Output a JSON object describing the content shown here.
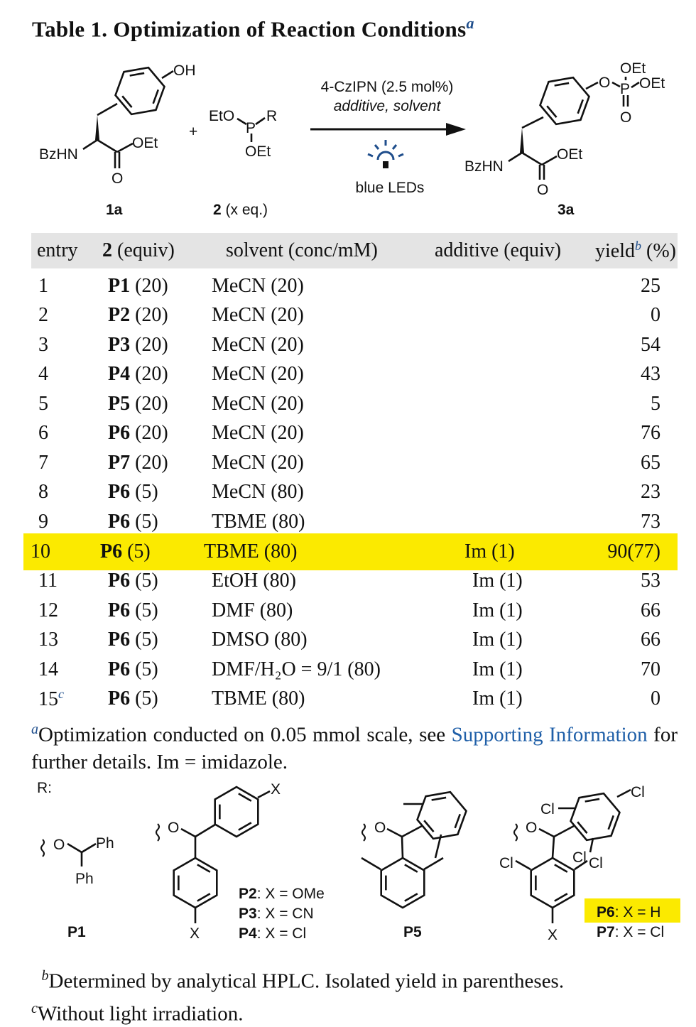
{
  "title": "Table 1. Optimization of Reaction Conditions",
  "title_footnote": "a",
  "scheme": {
    "reactant1": {
      "label": "1a",
      "groups": [
        "OH",
        "BzHN",
        "OEt",
        "O"
      ]
    },
    "plus": "+",
    "reactant2": {
      "label": "2",
      "equiv": "(x eq.)",
      "groups": [
        "EtO",
        "P",
        "R",
        "OEt"
      ]
    },
    "conditions_line1": "4-CzIPN (2.5 mol%)",
    "conditions_line2": "additive, solvent",
    "light": "blue LEDs",
    "product": {
      "label": "3a",
      "groups": [
        "OEt",
        "O",
        "P",
        "OEt",
        "O",
        "BzHN",
        "OEt",
        "O"
      ]
    },
    "accent_color": "#1f4e8c"
  },
  "table": {
    "headers": {
      "entry": "entry",
      "reagent": "2",
      "reagent_suffix": "(equiv)",
      "solvent": "solvent (conc/mM)",
      "additive": "additive (equiv)",
      "yield": "yield",
      "yield_note": "b",
      "yield_suffix": "(%)"
    },
    "rows": [
      {
        "entry": "1",
        "reagent": "P1",
        "equiv": "(20)",
        "solvent": "MeCN (20)",
        "additive": "",
        "yield": "25"
      },
      {
        "entry": "2",
        "reagent": "P2",
        "equiv": "(20)",
        "solvent": "MeCN (20)",
        "additive": "",
        "yield": "0"
      },
      {
        "entry": "3",
        "reagent": "P3",
        "equiv": "(20)",
        "solvent": "MeCN (20)",
        "additive": "",
        "yield": "54"
      },
      {
        "entry": "4",
        "reagent": "P4",
        "equiv": "(20)",
        "solvent": "MeCN (20)",
        "additive": "",
        "yield": "43"
      },
      {
        "entry": "5",
        "reagent": "P5",
        "equiv": "(20)",
        "solvent": "MeCN (20)",
        "additive": "",
        "yield": "5"
      },
      {
        "entry": "6",
        "reagent": "P6",
        "equiv": "(20)",
        "solvent": "MeCN (20)",
        "additive": "",
        "yield": "76"
      },
      {
        "entry": "7",
        "reagent": "P7",
        "equiv": "(20)",
        "solvent": "MeCN (20)",
        "additive": "",
        "yield": "65"
      },
      {
        "entry": "8",
        "reagent": "P6",
        "equiv": "(5)",
        "solvent": "MeCN (80)",
        "additive": "",
        "yield": "23"
      },
      {
        "entry": "9",
        "reagent": "P6",
        "equiv": "(5)",
        "solvent": "TBME (80)",
        "additive": "",
        "yield": "73"
      },
      {
        "entry": "10",
        "reagent": "P6",
        "equiv": "(5)",
        "solvent": "TBME (80)",
        "additive": "Im (1)",
        "yield": "90(77)",
        "highlight": true
      },
      {
        "entry": "11",
        "reagent": "P6",
        "equiv": "(5)",
        "solvent": "EtOH (80)",
        "additive": "Im (1)",
        "yield": "53"
      },
      {
        "entry": "12",
        "reagent": "P6",
        "equiv": "(5)",
        "solvent": "DMF (80)",
        "additive": "Im (1)",
        "yield": "66"
      },
      {
        "entry": "13",
        "reagent": "P6",
        "equiv": "(5)",
        "solvent": "DMSO (80)",
        "additive": "Im (1)",
        "yield": "66"
      },
      {
        "entry": "14",
        "reagent": "P6",
        "equiv": "(5)",
        "solvent": "DMF/H₂O = 9/1 (80)",
        "additive": "Im (1)",
        "yield": "70"
      },
      {
        "entry": "15",
        "entry_note": "c",
        "reagent": "P6",
        "equiv": "(5)",
        "solvent": "TBME (80)",
        "additive": "Im (1)",
        "yield": "0"
      }
    ],
    "highlight_color": "#fbea00"
  },
  "footnote_a": {
    "mark": "a",
    "text": "Optimization conducted on 0.05 mmol scale, see ",
    "link": "Supporting Information",
    "text2": " for further details. Im = imidazole."
  },
  "rgroups": {
    "label": "R:",
    "P1": {
      "label": "P1",
      "groups": [
        "O",
        "Ph",
        "Ph"
      ]
    },
    "P2_4": {
      "groups": [
        "O",
        "X",
        "X"
      ],
      "defs": [
        {
          "id": "P2",
          "text": ": X = OMe"
        },
        {
          "id": "P3",
          "text": ": X = CN"
        },
        {
          "id": "P4",
          "text": ": X = Cl"
        }
      ]
    },
    "P5": {
      "label": "P5",
      "groups": [
        "O"
      ]
    },
    "P6_7": {
      "groups": [
        "O",
        "Cl",
        "Cl",
        "Cl",
        "Cl",
        "Cl",
        "X"
      ],
      "defs": [
        {
          "id": "P6",
          "text": ": X = H"
        },
        {
          "id": "P7",
          "text": ": X = Cl"
        }
      ]
    }
  },
  "footnote_b": {
    "mark": "b",
    "text": "Determined by analytical HPLC. Isolated yield in parentheses."
  },
  "footnote_c": {
    "mark": "c",
    "text": "Without light irradiation."
  }
}
